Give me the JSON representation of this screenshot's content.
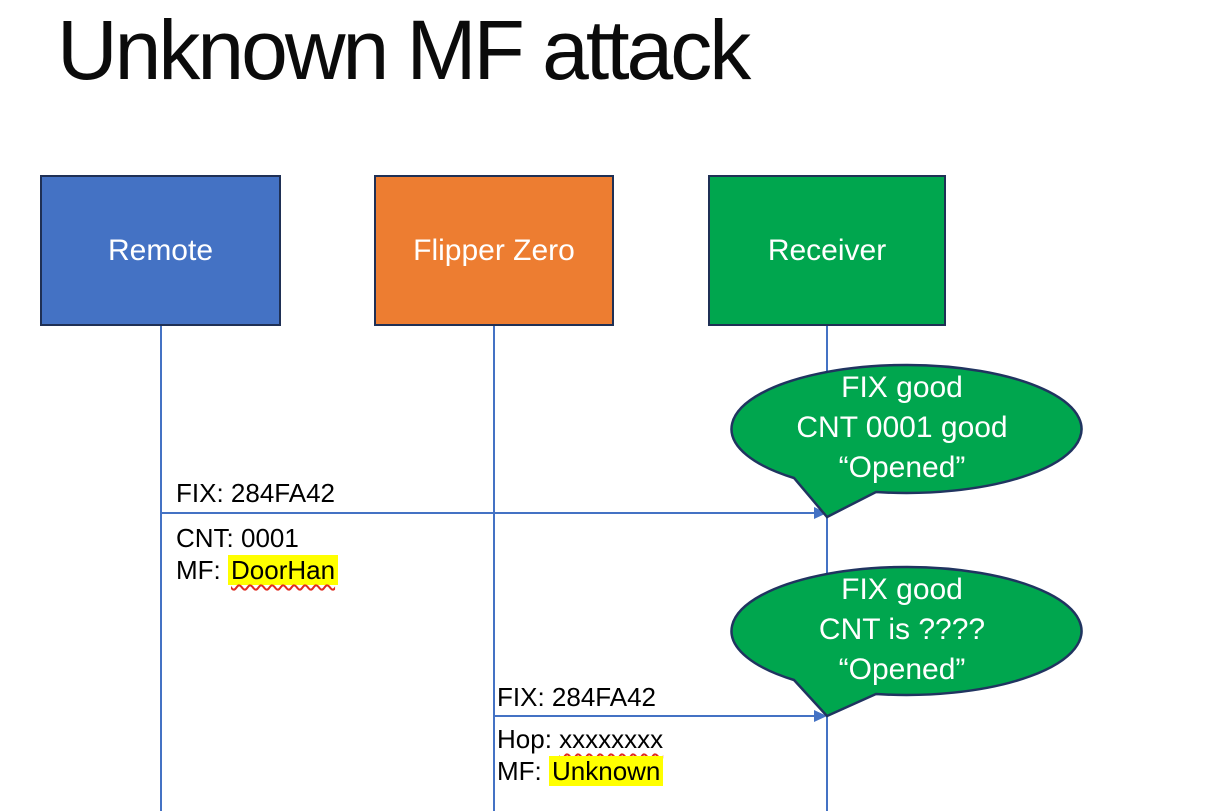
{
  "title": "Unknown MF attack",
  "actors": [
    {
      "label": "Remote",
      "fill": "#4472C4"
    },
    {
      "label": "Flipper Zero",
      "fill": "#ED7D31"
    },
    {
      "label": "Receiver",
      "fill": "#00A64E"
    }
  ],
  "messages": [
    {
      "from": "Remote",
      "to": "Receiver",
      "line1": "FIX: 284FA42",
      "line2": "CNT: 0001",
      "line3_prefix": "MF: ",
      "line3_value": "DoorHan"
    },
    {
      "from": "Flipper Zero",
      "to": "Receiver",
      "line1": "FIX: 284FA42",
      "line2_prefix": "Hop: ",
      "line2_value": "xxxxxxxx",
      "line3_prefix": "MF: ",
      "line3_value": "Unknown"
    }
  ],
  "callouts": [
    {
      "line1": "FIX good",
      "line2": "CNT 0001 good",
      "line3": "“Opened”"
    },
    {
      "line1": "FIX good",
      "line2": "CNT is ????",
      "line3": "“Opened”"
    }
  ],
  "colors": {
    "actor_blue": "#4472C4",
    "actor_orange": "#ED7D31",
    "green": "#00A64E",
    "shape_outline": "#1F3055",
    "connector_blue": "#4472C4",
    "highlight_yellow": "#FFFF00",
    "spellcheck_red": "#e02b20"
  }
}
